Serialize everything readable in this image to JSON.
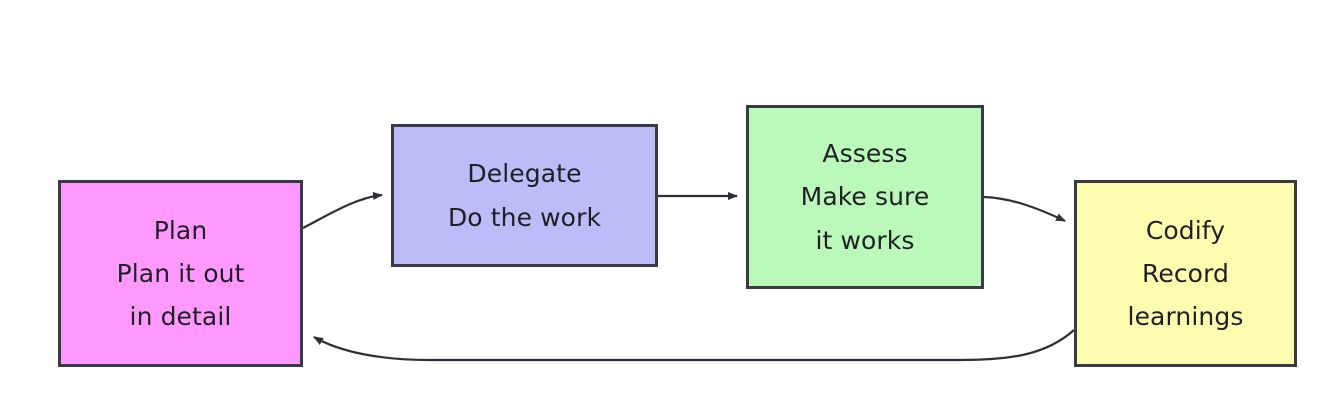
{
  "diagram": {
    "type": "flowchart",
    "direction": "left-to-right-cycle",
    "background_color": "#ffffff",
    "edge_color": "#2f2f35",
    "node_border_color": "#3a3a42",
    "node_text_color": "#1f2023",
    "nodes": [
      {
        "id": "plan",
        "title": "Plan",
        "subtitle_line1": "Plan it out",
        "subtitle_line2": "in detail",
        "fill_color": "#ff99ff"
      },
      {
        "id": "delegate",
        "title": "Delegate",
        "subtitle_line1": "Do the work",
        "subtitle_line2": "",
        "fill_color": "#bcbcf9"
      },
      {
        "id": "assess",
        "title": "Assess",
        "subtitle_line1": "Make sure",
        "subtitle_line2": "it works",
        "fill_color": "#bbf9bb"
      },
      {
        "id": "codify",
        "title": "Codify",
        "subtitle_line1": "Record",
        "subtitle_line2": "learnings",
        "fill_color": "#fdfdb0"
      }
    ],
    "edges": [
      {
        "id": "plan-to-delegate",
        "from": "Plan",
        "to": "Delegate",
        "label": "",
        "style": "curved-up"
      },
      {
        "id": "delegate-to-assess",
        "from": "Delegate",
        "to": "Assess",
        "label": "",
        "style": "straight"
      },
      {
        "id": "assess-to-codify",
        "from": "Assess",
        "to": "Codify",
        "label": "",
        "style": "curved-down"
      },
      {
        "id": "codify-to-plan",
        "from": "Codify",
        "to": "Plan",
        "label": "",
        "style": "feedback-loop"
      }
    ]
  }
}
